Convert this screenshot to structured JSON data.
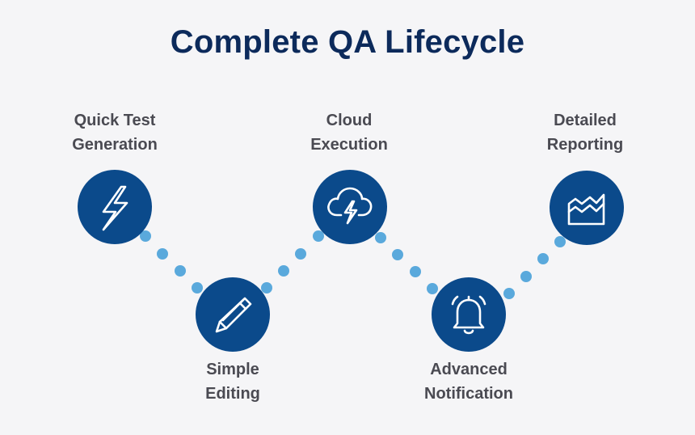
{
  "title": "Complete QA Lifecycle",
  "colors": {
    "background": "#f5f5f7",
    "title": "#0c2a5b",
    "circle": "#0b4a8b",
    "dots": "#5aa9dc",
    "label": "#4a4a52",
    "icon": "#ffffff"
  },
  "steps": [
    {
      "label_line1": "Quick Test",
      "label_line2": "Generation",
      "icon": "lightning-bolt-icon"
    },
    {
      "label_line1": "Simple",
      "label_line2": "Editing",
      "icon": "pencil-icon"
    },
    {
      "label_line1": "Cloud",
      "label_line2": "Execution",
      "icon": "cloud-lightning-icon"
    },
    {
      "label_line1": "Advanced",
      "label_line2": "Notification",
      "icon": "bell-icon"
    },
    {
      "label_line1": "Detailed",
      "label_line2": "Reporting",
      "icon": "area-chart-icon"
    }
  ]
}
